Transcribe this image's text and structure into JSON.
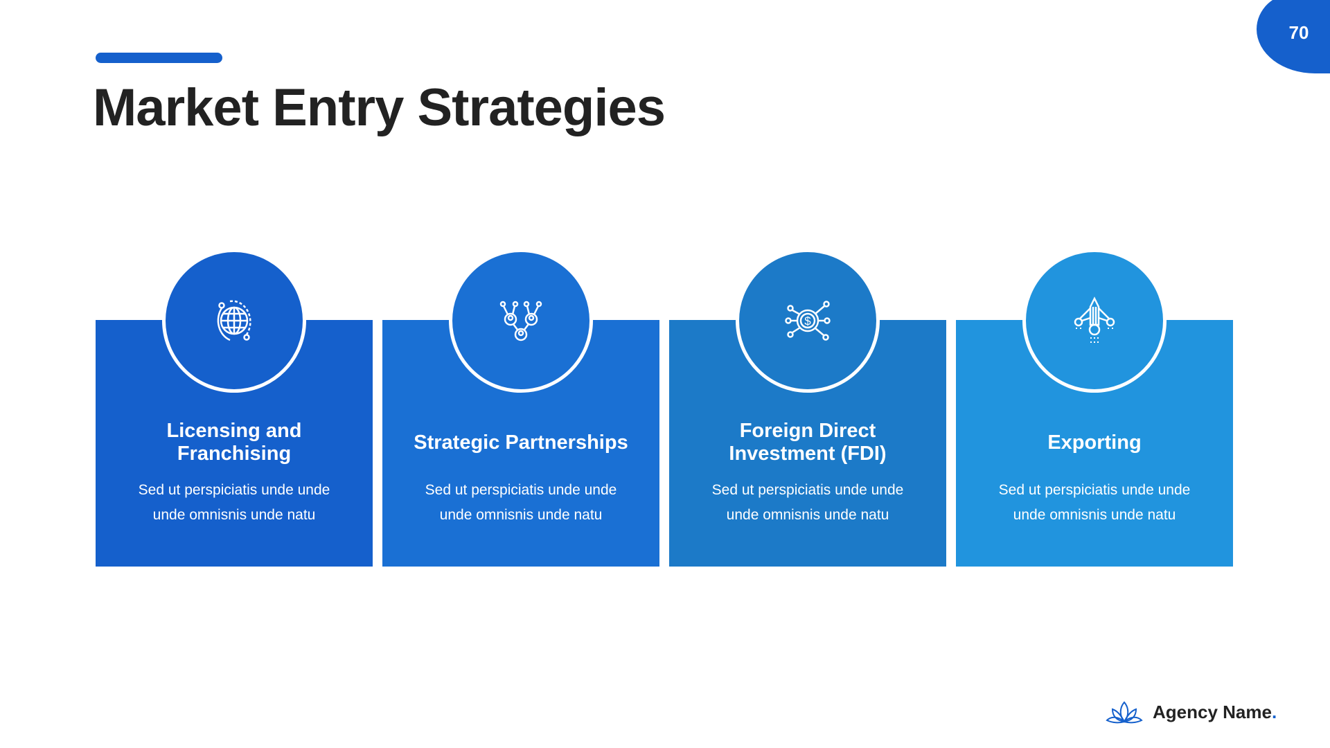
{
  "title": "Market Entry Strategies",
  "page_number": "70",
  "colors": {
    "accent": "#1560cc",
    "card1": "#1560cc",
    "card2": "#1a70d4",
    "card3": "#1c7ac8",
    "card4": "#2194de"
  },
  "cards": [
    {
      "title": "Licensing and Franchising",
      "body": "Sed ut perspiciatis unde unde unde omnisnis unde natu",
      "icon": "globe-icon"
    },
    {
      "title": "Strategic Partnerships",
      "body": "Sed ut perspiciatis unde unde unde omnisnis unde natu",
      "icon": "network-people-icon"
    },
    {
      "title": "Foreign Direct Investment (FDI)",
      "body": "Sed ut perspiciatis unde unde unde omnisnis unde natu",
      "icon": "dollar-network-icon"
    },
    {
      "title": "Exporting",
      "body": "Sed ut perspiciatis unde unde unde omnisnis unde natu",
      "icon": "rocket-icon"
    }
  ],
  "footer": {
    "agency_name": "Agency Name",
    "dot": "."
  }
}
